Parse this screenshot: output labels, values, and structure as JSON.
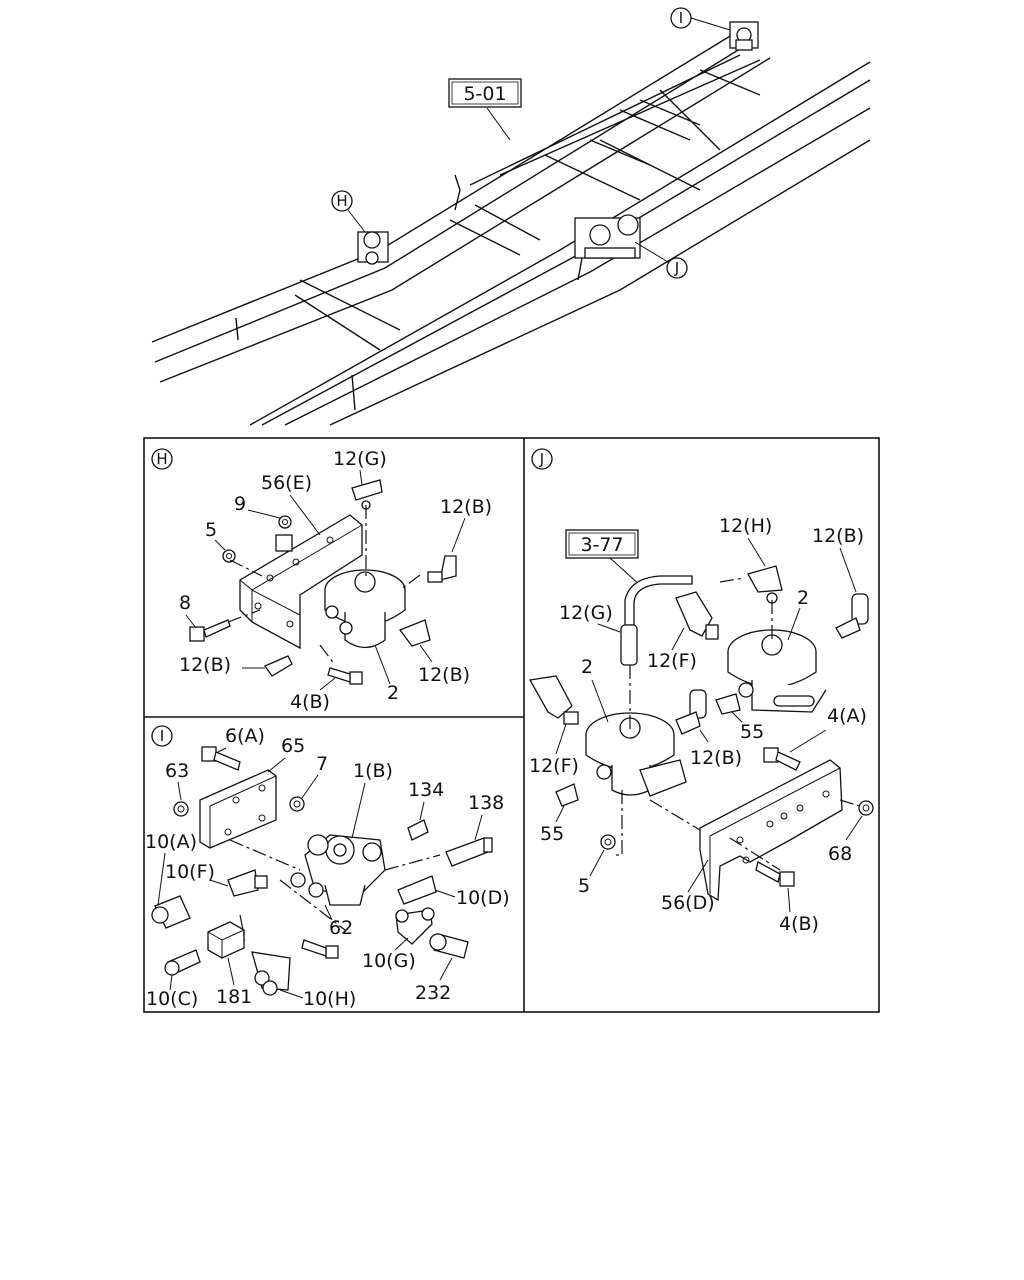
{
  "overview": {
    "ref_box": "5-01",
    "callouts": {
      "I": "I",
      "H": "H",
      "J": "J"
    }
  },
  "panel_h": {
    "tag": "H",
    "labels": {
      "p12g": "12(G)",
      "p56e": "56(E)",
      "p9": "9",
      "p12b_top": "12(B)",
      "p5": "5",
      "p8": "8",
      "p12b_left": "12(B)",
      "p12b_right": "12(B)",
      "p4b": "4(B)",
      "p2": "2"
    }
  },
  "panel_i": {
    "tag": "I",
    "labels": {
      "p6a": "6(A)",
      "p65": "65",
      "p7": "7",
      "p1b": "1(B)",
      "p63": "63",
      "p134": "134",
      "p138": "138",
      "p10a": "10(A)",
      "p10f": "10(F)",
      "p10d": "10(D)",
      "p62": "62",
      "p10g": "10(G)",
      "p10c": "10(C)",
      "p181": "181",
      "p10h": "10(H)",
      "p232": "232"
    }
  },
  "panel_j": {
    "tag": "J",
    "ref_box": "3-77",
    "labels": {
      "p12h": "12(H)",
      "p12b_top": "12(B)",
      "p2_top": "2",
      "p12g": "12(G)",
      "p12f_top": "12(F)",
      "p2_left": "2",
      "p55_right": "55",
      "p4a": "4(A)",
      "p12f_left": "12(F)",
      "p12b_mid": "12(B)",
      "p55_left": "55",
      "p68": "68",
      "p5": "5",
      "p56d": "56(D)",
      "p4b": "4(B)"
    }
  }
}
